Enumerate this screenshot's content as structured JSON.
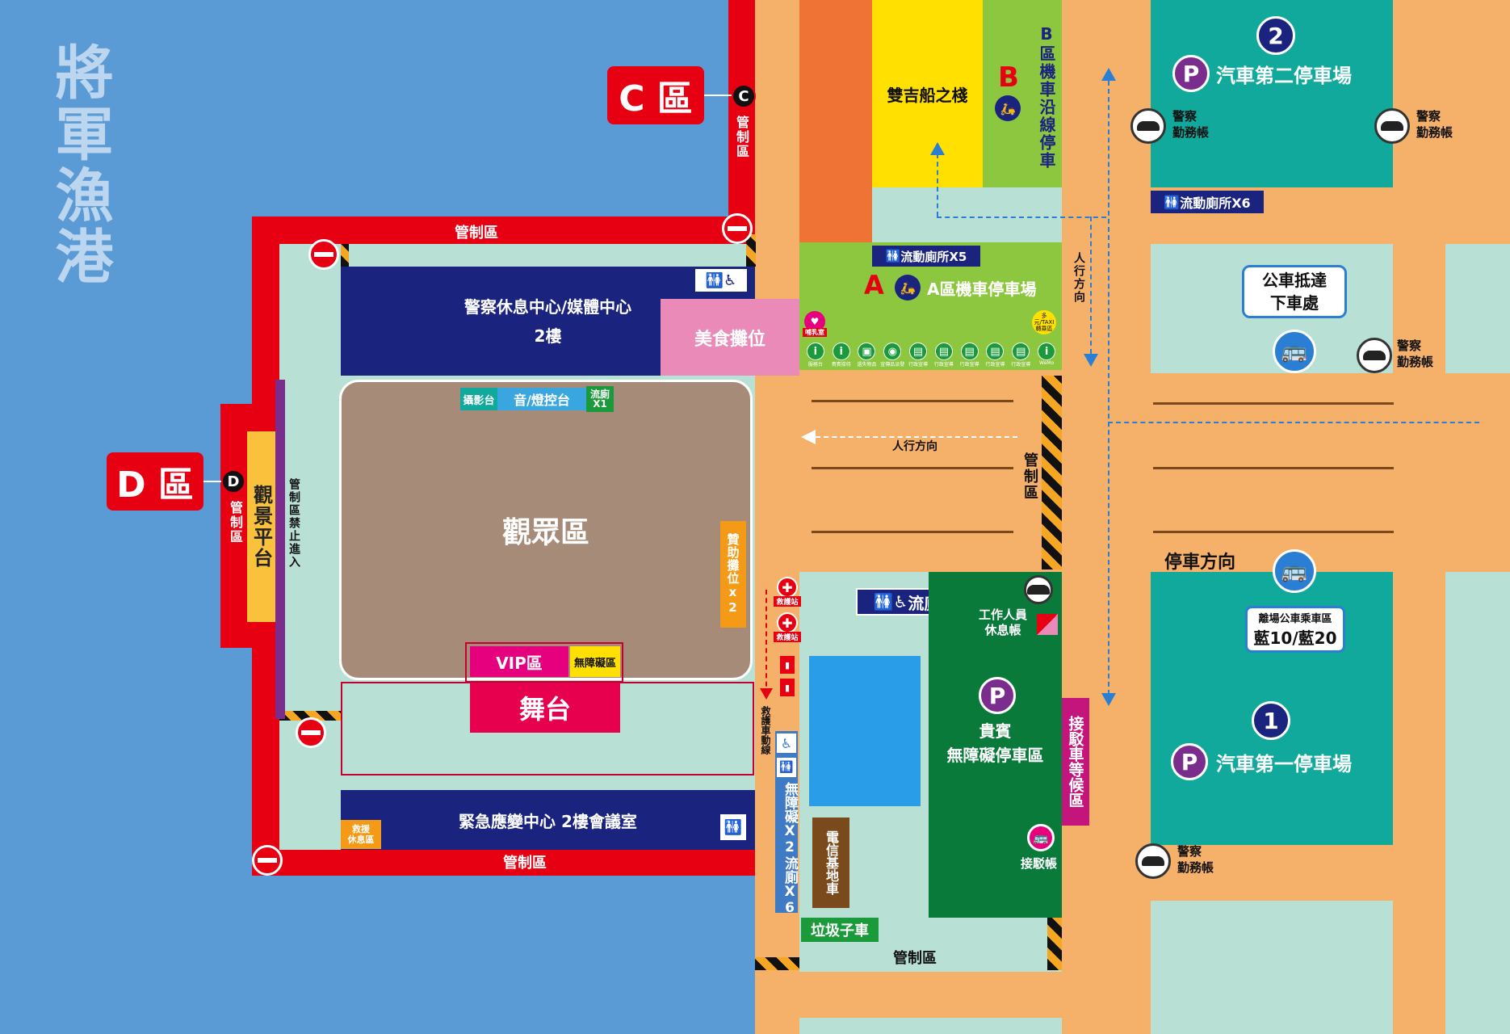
{
  "harbor_name": "將軍漁港",
  "zones": {
    "c_zone": "C 區",
    "c_letter": "C",
    "d_zone": "D 區",
    "d_letter": "D",
    "a_letter": "A",
    "b_letter": "B"
  },
  "labels": {
    "control_zone": "管制區",
    "control_no_entry": "管制區禁止進入",
    "viewing_platform": "觀景平台",
    "police_media": "警察休息中心/媒體中心",
    "police_media_floor": "2樓",
    "food_stalls": "美食攤位",
    "camera_stand": "攝影台",
    "sound_light": "音/燈控台",
    "toilet_x1": "流廁\nX1",
    "audience": "觀眾區",
    "sponsor_booth": "贊助攤位x2",
    "vip": "VIP區",
    "accessible_area": "無障礙區",
    "stage": "舞台",
    "emergency_center": "緊急應變中心  2樓會議室",
    "rescue_rest": "救援\n休息區",
    "shuangji_building": "雙吉船之棧",
    "b_moto_parking": "B區機車沿線停車",
    "toilet_x5": "流動廁所X5",
    "a_moto_parking": "A區機車停車場",
    "nursing_room": "哺乳室",
    "taxi": "多元/TAXI\n轉乘區",
    "pedestrian_direction": "人行方向",
    "pedestrian_direction_v": "人行方向",
    "car_parking_2": "汽車第二停車場",
    "parking_num_2": "2",
    "police_tent": "警察\n勤務帳",
    "toilet_x6_top": "流動廁所X6",
    "bus_arrival": "公車抵達\n下車處",
    "parking_direction": "停車方向",
    "bus_departure_title": "離場公車乘車區",
    "bus_departure_routes": "藍10/藍20",
    "car_parking_1": "汽車第一停車場",
    "parking_num_1": "1",
    "first_aid": "救護站",
    "ambulance_route": "救護車動線",
    "accessible_toilets": "無障礙X2",
    "toilets_x6": "流廁X6",
    "toilet_truck": "流廁車",
    "staff_rest": "工作人員\n休息帳",
    "vip_parking": "貴賓\n無障礙停車區",
    "shuttle_waiting": "接駁車等候區",
    "shuttle_tent": "接駁帳",
    "telecom_truck": "電信基地車",
    "garbage_truck": "垃圾子車",
    "parking_symbol": "P"
  },
  "service_row": [
    "服務台",
    "貴賓接待",
    "遺失物品",
    "宣傳品派發",
    "行政宣導",
    "行政宣導",
    "行政宣導",
    "行政宣導",
    "行政宣導",
    "WeMo"
  ],
  "colors": {
    "sea": "#5b9bd5",
    "road": "#f5b06a",
    "mint": "#b9e0d4",
    "navy": "#1a237e",
    "red": "#e60012",
    "teal": "#10a99b",
    "green_dark": "#0a7a3a",
    "green_light": "#8dc63f",
    "yellow": "#ffe000",
    "orange": "#ee7334",
    "purple": "#7b2d8e",
    "pink": "#e98ab8",
    "stage": "#e6004e",
    "audience": "#a68b78"
  }
}
